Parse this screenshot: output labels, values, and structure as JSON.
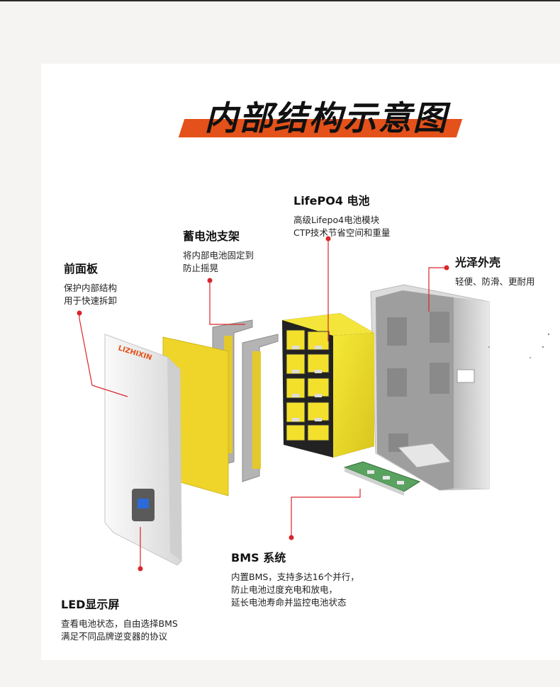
{
  "title": "内部结构示意图",
  "brand": "LIZHIXIN",
  "labels": {
    "front_panel": {
      "heading": "前面板",
      "lines": [
        "保护内部结构",
        "用于快速拆卸"
      ]
    },
    "bracket": {
      "heading": "蓄电池支架",
      "lines": [
        "将内部电池固定到",
        "防止摇晃"
      ]
    },
    "battery": {
      "heading": "LifePO4 电池",
      "lines": [
        "高级Lifepo4电池模块",
        "CTP技术节省空间和重量"
      ]
    },
    "shell": {
      "heading": "光泽外壳",
      "lines": [
        "轻便、防滑、更耐用"
      ]
    },
    "bms": {
      "heading": "BMS 系统",
      "lines": [
        "内置BMS，支持多达16个并行，",
        "防止电池过度充电和放电，",
        "延长电池寿命并监控电池状态"
      ]
    },
    "led": {
      "heading": "LED显示屏",
      "lines": [
        "查看电池状态，自由选择BMS",
        "满足不同品牌逆变器的协议"
      ]
    }
  },
  "colors": {
    "accent": "#e4511a",
    "leader": "#d9262b",
    "cell": "#f2e02c",
    "panel": "#f1f1f1"
  }
}
